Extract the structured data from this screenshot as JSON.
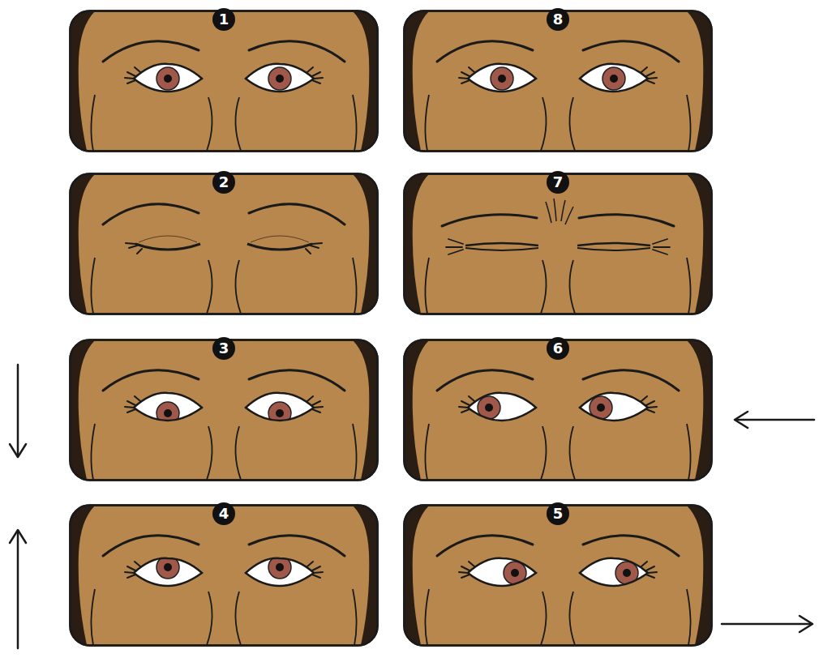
{
  "diagram": {
    "nodes": [
      {
        "text": [
          "1"
        ]
      },
      {
        "text": [
          "8"
        ]
      },
      {
        "text": [
          "2"
        ]
      },
      {
        "text": [
          "7"
        ]
      },
      {
        "text": [
          "3"
        ]
      },
      {
        "text": [
          "6"
        ]
      },
      {
        "text": [
          "4"
        ]
      },
      {
        "text": [
          "5"
        ]
      }
    ]
  }
}
